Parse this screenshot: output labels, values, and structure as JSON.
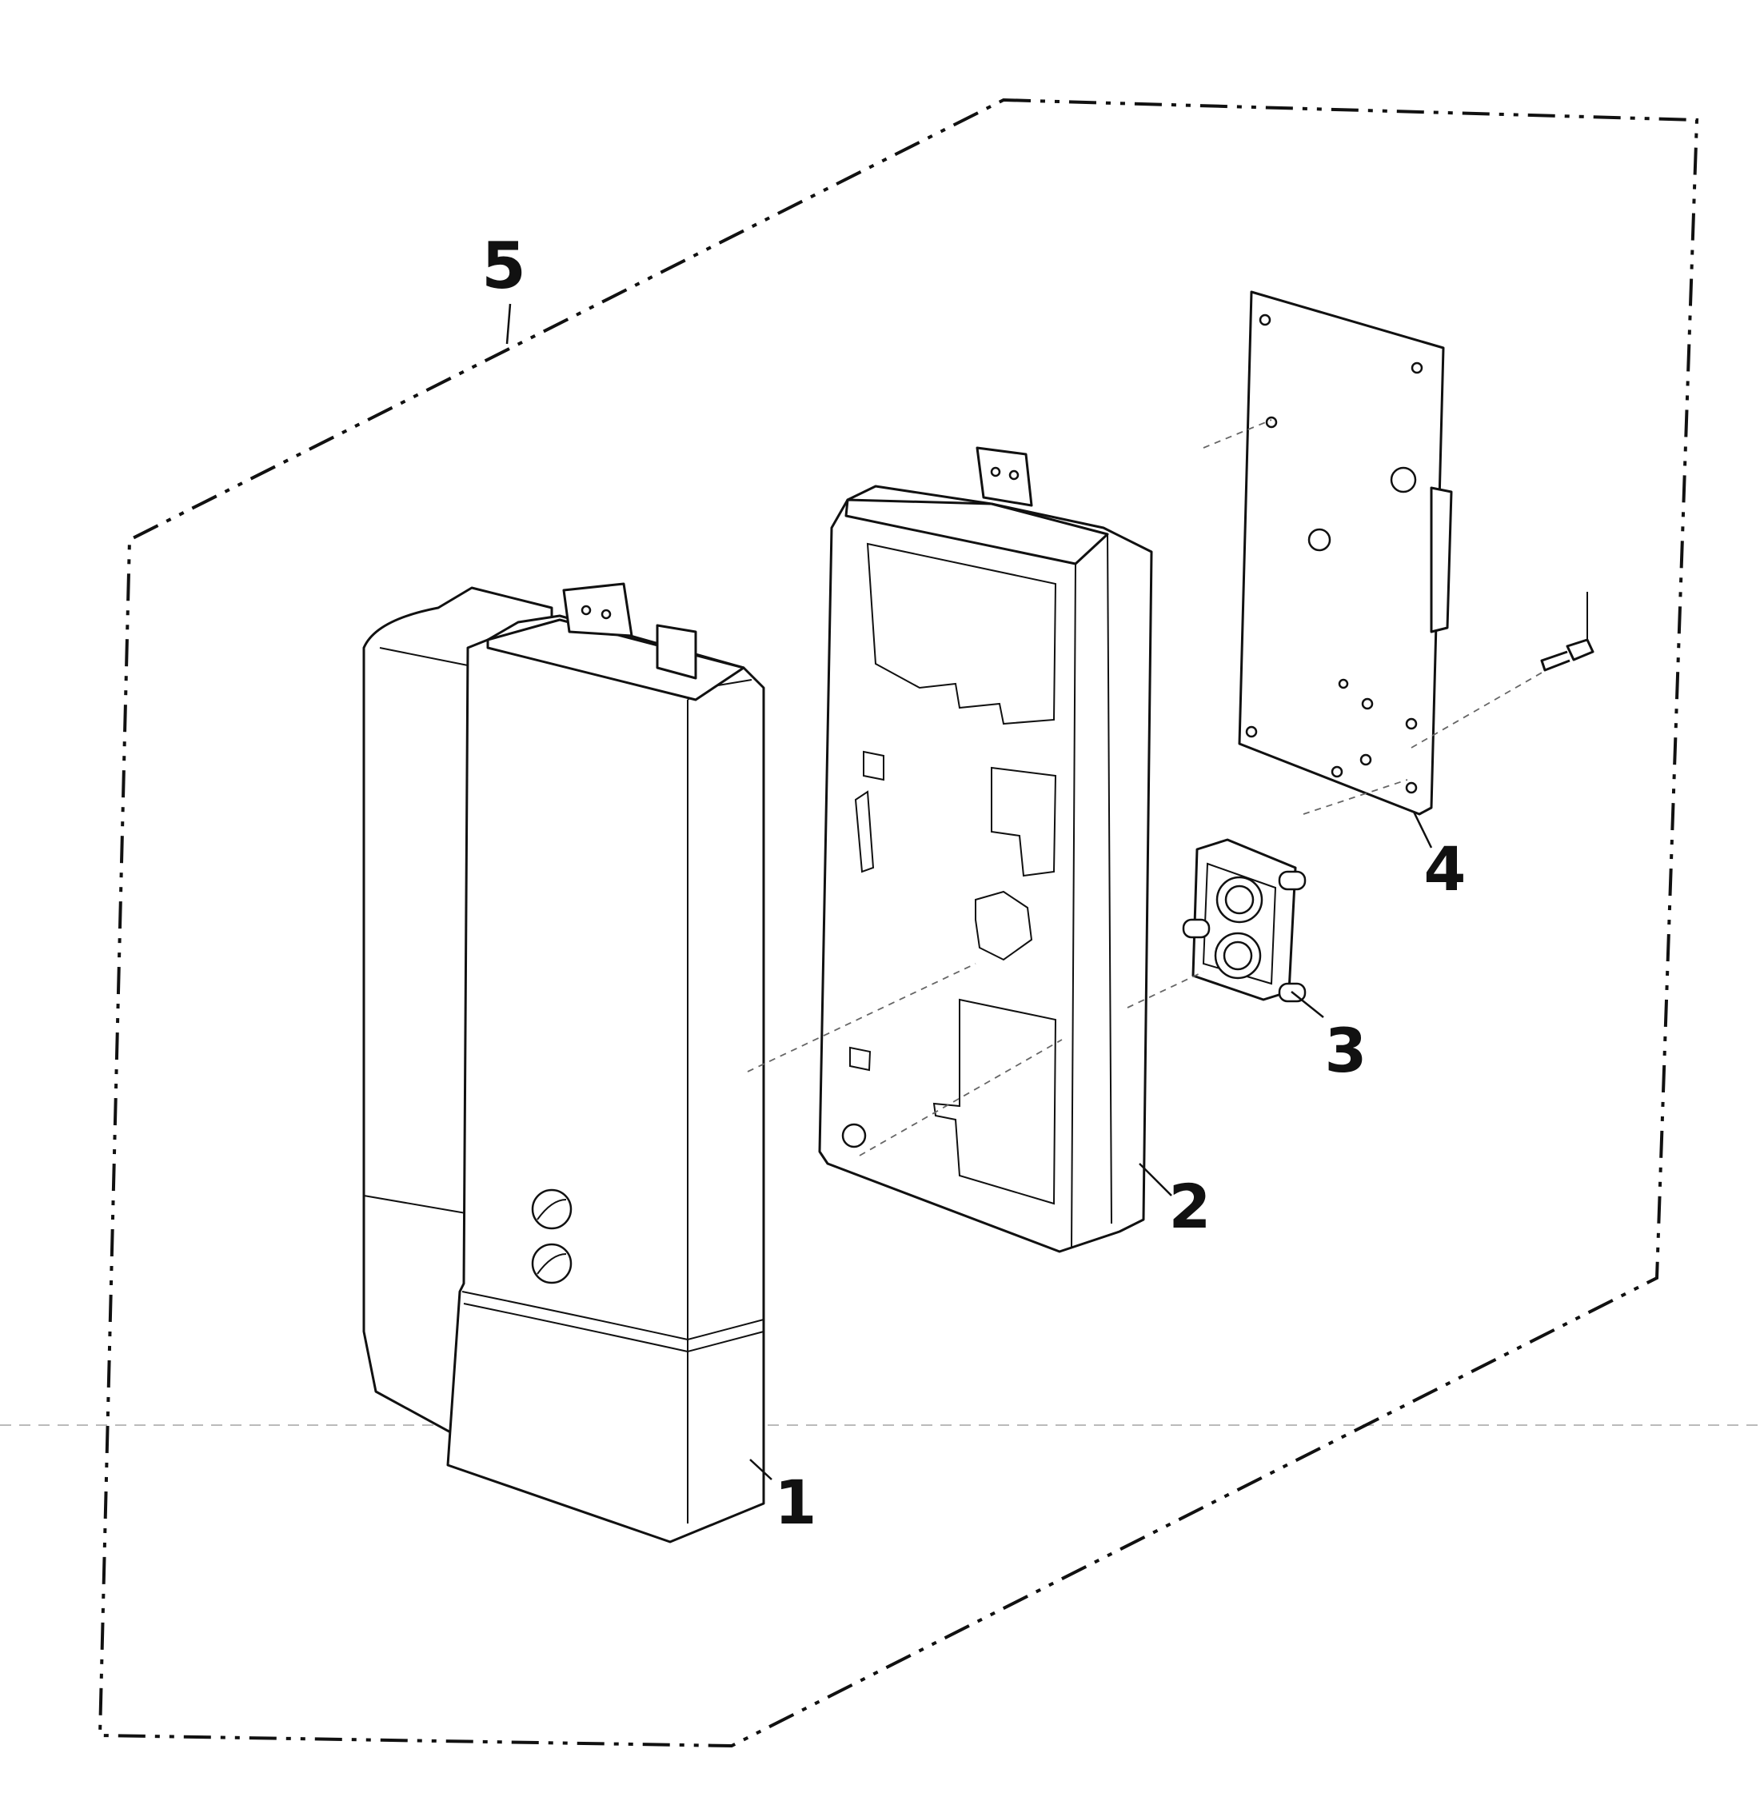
{
  "diagram": {
    "kind": "exploded-parts-view",
    "callouts": [
      {
        "id": "callout-5",
        "label": "5"
      },
      {
        "id": "callout-4",
        "label": "4"
      },
      {
        "id": "callout-3",
        "label": "3"
      },
      {
        "id": "callout-2",
        "label": "2"
      },
      {
        "id": "callout-1",
        "label": "1"
      }
    ]
  },
  "colors": {
    "line": "#111111",
    "background": "#ffffff",
    "assembly_line": "#666666"
  }
}
